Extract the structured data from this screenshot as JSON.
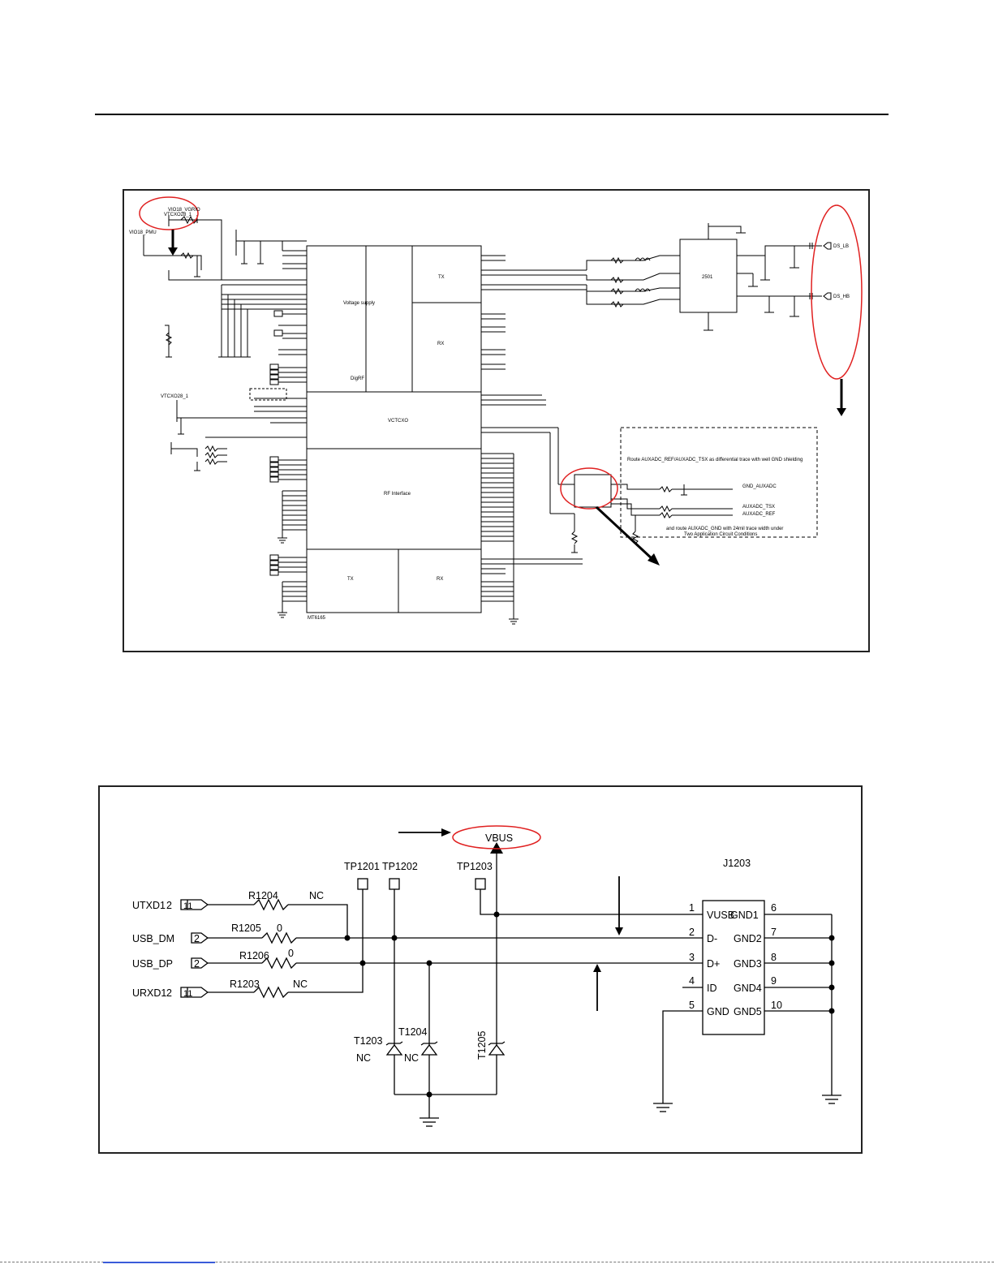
{
  "schematic1": {
    "chip_name": "MT6165",
    "blocks": {
      "voltage": "Voltage supply",
      "tx": "TX",
      "rx": "RX",
      "vctcxo": "VCTCXO",
      "digrf": "DigRF",
      "rf_iface": "RF Interface",
      "tx_mod": "TX",
      "rx_mod": "RX"
    },
    "power_labels": [
      "VIO18_VGRIO",
      "VTCXO28_1",
      "VIO18_PMU",
      "VTCXO28_1"
    ],
    "note_lines": [
      "Route AUXADC_REF/AUXADC_TSX as differential trace with well GND shielding",
      "and route AUXADC_GND with 24mil trace width under",
      "Two Application Circuit Conditions"
    ],
    "aux_labels": [
      "GND_AUXADC",
      "AUXADC_TSX",
      "AUXADC_REF"
    ],
    "rf_out_labels": [
      "DS_LB",
      "DS_HB"
    ],
    "rf_filter_name": "2501"
  },
  "schematic2": {
    "vbus_label": "VBUS",
    "connector": {
      "ref": "J1203",
      "left_pins": [
        {
          "num": "1",
          "name": "VUSB"
        },
        {
          "num": "2",
          "name": "D-"
        },
        {
          "num": "3",
          "name": "D+"
        },
        {
          "num": "4",
          "name": "ID"
        },
        {
          "num": "5",
          "name": "GND"
        }
      ],
      "right_pins": [
        {
          "num": "6",
          "name": "GND1"
        },
        {
          "num": "7",
          "name": "GND2"
        },
        {
          "num": "8",
          "name": "GND3"
        },
        {
          "num": "9",
          "name": "GND4"
        },
        {
          "num": "10",
          "name": "GND5"
        }
      ]
    },
    "ports": [
      {
        "name": "UTXD1",
        "num": "2",
        "tag": "11"
      },
      {
        "name": "USB_DM",
        "num": "2"
      },
      {
        "name": "USB_DP",
        "num": "2"
      },
      {
        "name": "URXD1",
        "num": "2",
        "tag": "11"
      }
    ],
    "resistors": [
      {
        "ref": "R1204",
        "value": "NC"
      },
      {
        "ref": "R1205",
        "value": "0"
      },
      {
        "ref": "R1206",
        "value": "0"
      },
      {
        "ref": "R1203",
        "value": "NC"
      }
    ],
    "test_points": [
      "TP1201",
      "TP1202",
      "TP1203"
    ],
    "tvs": [
      {
        "ref": "T1203",
        "value": "NC"
      },
      {
        "ref": "T1204",
        "value": "NC"
      },
      {
        "ref": "T1205",
        "value": ""
      }
    ]
  },
  "colors": {
    "highlight": "#e02020",
    "ink": "#000000",
    "footnote_rule": "#3a5bd9"
  }
}
